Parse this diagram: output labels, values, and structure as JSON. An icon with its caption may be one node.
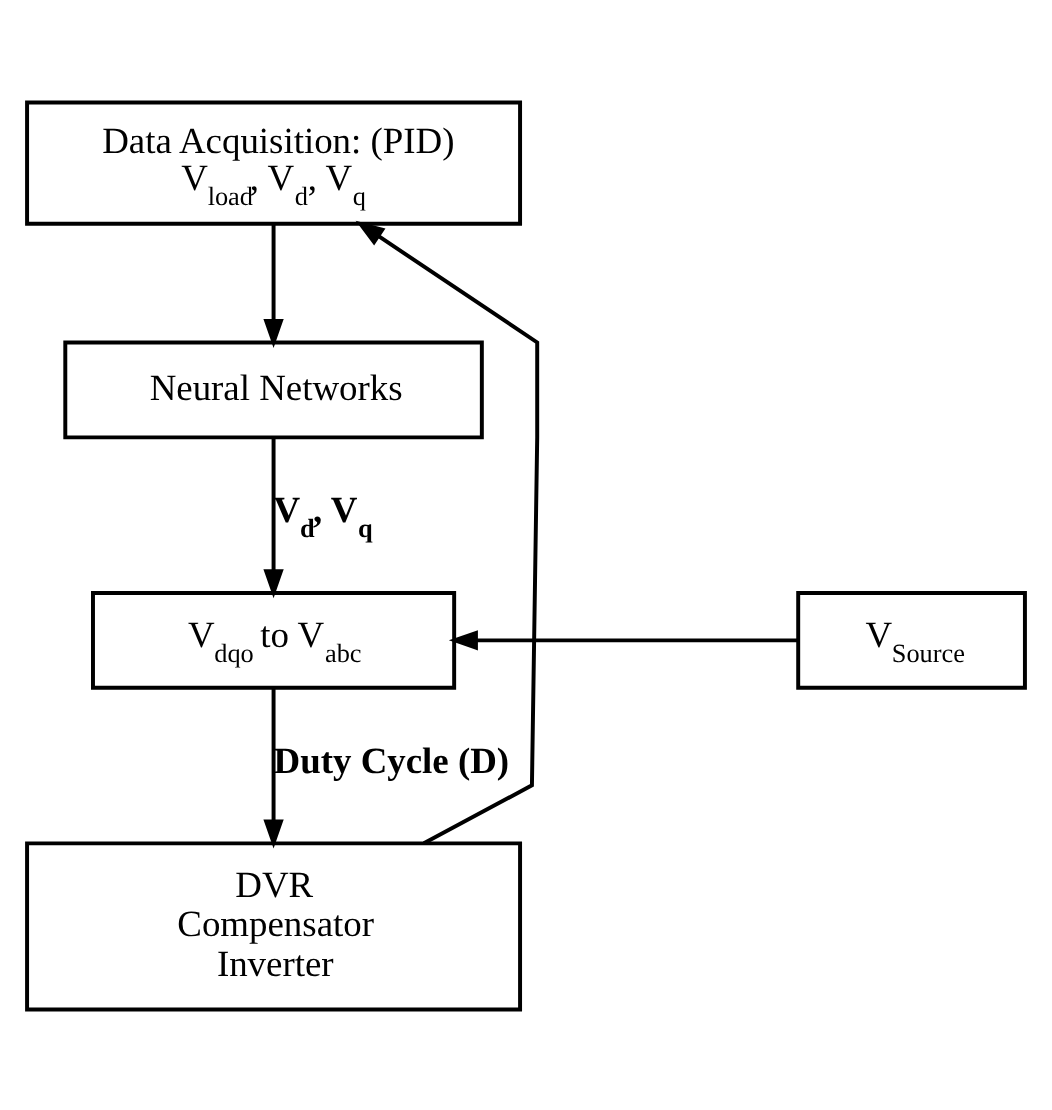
{
  "diagram": {
    "nodes": [
      {
        "text": [
          "Data Acquisition: (PID)",
          "V$_{load}$, V$_{d}$, V$_{q}$"
        ]
      },
      {
        "text": [
          "Neural Networks"
        ]
      },
      {
        "text": [
          "V$_{dqo}$ to V$_{abc}$"
        ]
      },
      {
        "text": [
          "V$_{Source}$"
        ]
      },
      {
        "text": [
          "DVR Compensator Inverter"
        ]
      }
    ],
    "edges": [
      {
        "from": 0,
        "to": 1,
        "arrow": "to"
      },
      {
        "from": 1,
        "to": 2,
        "arrow": "to",
        "label": "V$_{d}$, V$_{q}$"
      },
      {
        "from": 3,
        "to": 2,
        "arrow": "to"
      },
      {
        "from": 2,
        "to": 4,
        "arrow": "to",
        "label": "Duty Cycle (D)"
      },
      {
        "from": 4,
        "to": 0,
        "arrow": "to"
      }
    ]
  }
}
